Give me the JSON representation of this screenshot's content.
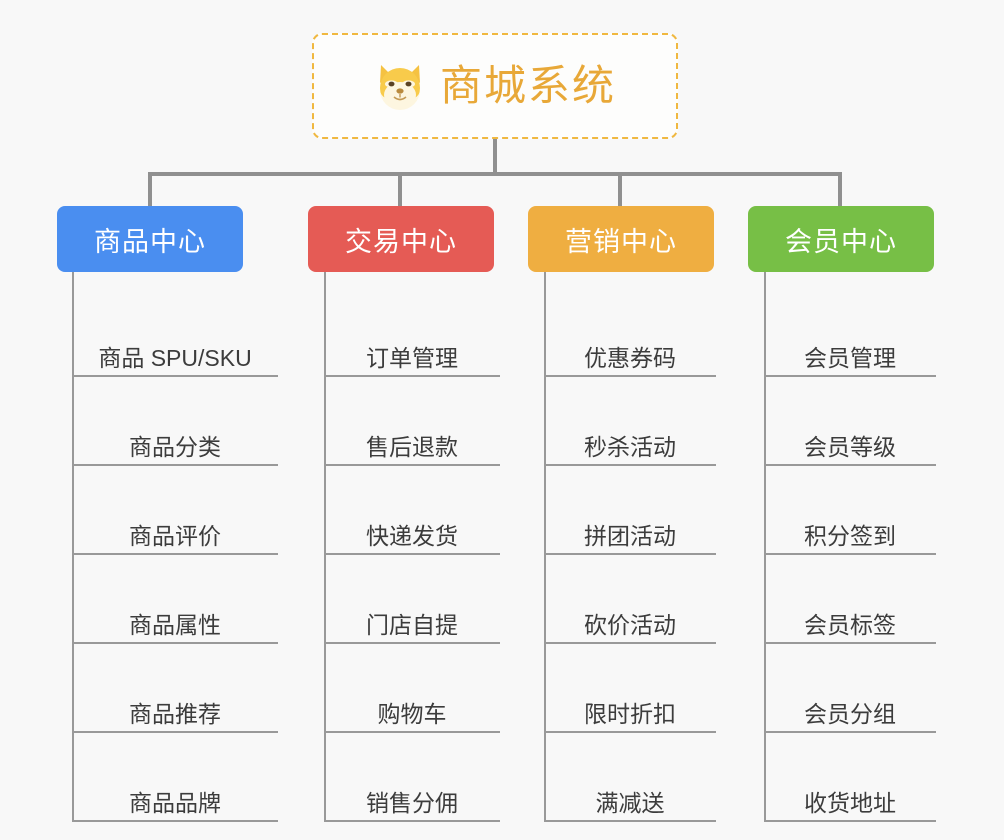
{
  "background_color": "#f8f8f8",
  "root": {
    "title": "商城系统",
    "icon": "shiba-dog-face-icon",
    "border_color": "#f0b840",
    "text_color": "#e8a838",
    "fill_color": "#fdfdfc"
  },
  "connector_color": "#909090",
  "leaf_line_color": "#999999",
  "columns": [
    {
      "title": "商品中心",
      "color": "#4a8ef0",
      "items": [
        "商品 SPU/SKU",
        "商品分类",
        "商品评价",
        "商品属性",
        "商品推荐",
        "商品品牌"
      ]
    },
    {
      "title": "交易中心",
      "color": "#e55b55",
      "items": [
        "订单管理",
        "售后退款",
        "快递发货",
        "门店自提",
        "购物车",
        "销售分佣"
      ]
    },
    {
      "title": "营销中心",
      "color": "#efae41",
      "items": [
        "优惠券码",
        "秒杀活动",
        "拼团活动",
        "砍价活动",
        "限时折扣",
        "满减送"
      ]
    },
    {
      "title": "会员中心",
      "color": "#77bf46",
      "items": [
        "会员管理",
        "会员等级",
        "积分签到",
        "会员标签",
        "会员分组",
        "收货地址"
      ]
    }
  ]
}
